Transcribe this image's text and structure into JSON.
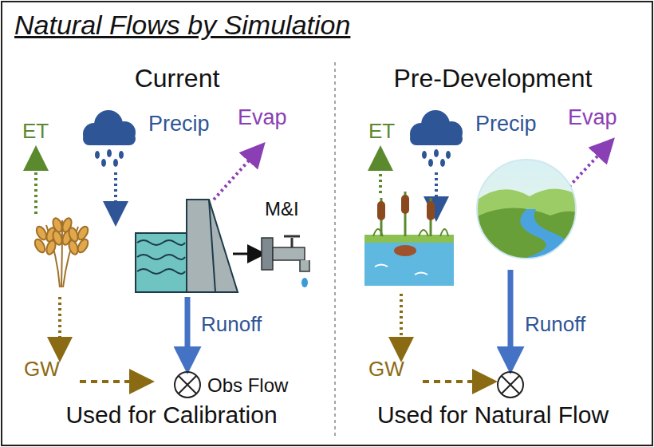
{
  "diagram": {
    "title": "Natural Flows by Simulation",
    "labels": [
      "Current",
      "Pre-Development",
      "ET",
      "Precip",
      "Evap",
      "M&I",
      "Runoff",
      "GW",
      "Obs Flow",
      "Used for Calibration",
      "ET",
      "Precip",
      "Evap",
      "Runoff",
      "GW",
      "Used for Natural Flow"
    ]
  }
}
